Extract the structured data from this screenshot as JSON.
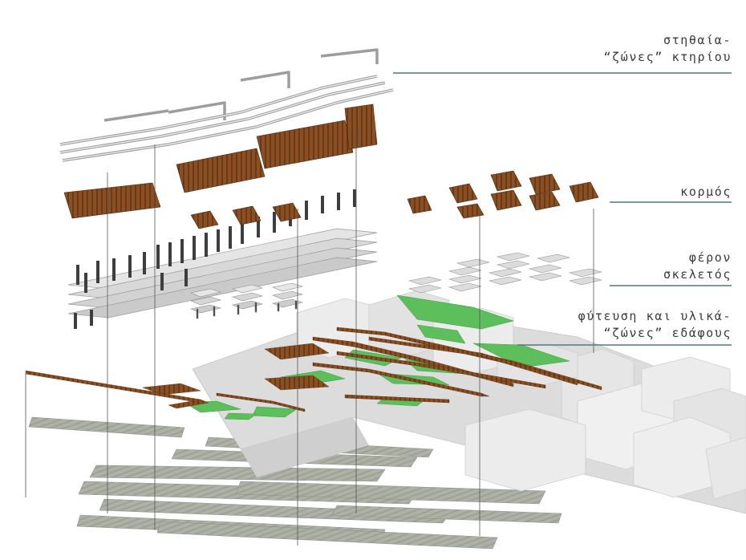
{
  "diagram": {
    "layers": [
      {
        "id": "facades",
        "lines": [
          "στηθαία-",
          "“ζώνες” κτηρίου"
        ]
      },
      {
        "id": "core",
        "lines": [
          "κορμός"
        ]
      },
      {
        "id": "structure",
        "lines": [
          "φέρον",
          "σκελετός"
        ]
      },
      {
        "id": "ground",
        "lines": [
          "φύτευση και υλικά-",
          "“ζώνες” εδάφους"
        ]
      }
    ],
    "colors": {
      "leader": "#4f7a7c",
      "wood": "#8a4f22",
      "wood_dark": "#5e3213",
      "green": "#5cbf5c",
      "slab": "#c9c9c9",
      "building": "#e6e6e6",
      "ground_gray": "#b9bcb2"
    }
  }
}
